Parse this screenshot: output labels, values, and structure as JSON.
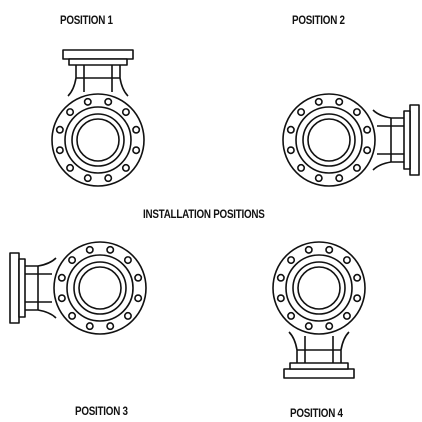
{
  "labels": {
    "position_1": "POSITION 1",
    "position_2": "POSITION 2",
    "center_title": "INSTALLATION POSITIONS",
    "position_3": "POSITION 3",
    "position_4": "POSITION 4"
  },
  "colors": {
    "line": "#111111",
    "background": "#ffffff"
  },
  "diagram": {
    "bolt_holes_per_flange": 12,
    "installation_orientations": [
      "top",
      "right",
      "left",
      "bottom"
    ]
  }
}
